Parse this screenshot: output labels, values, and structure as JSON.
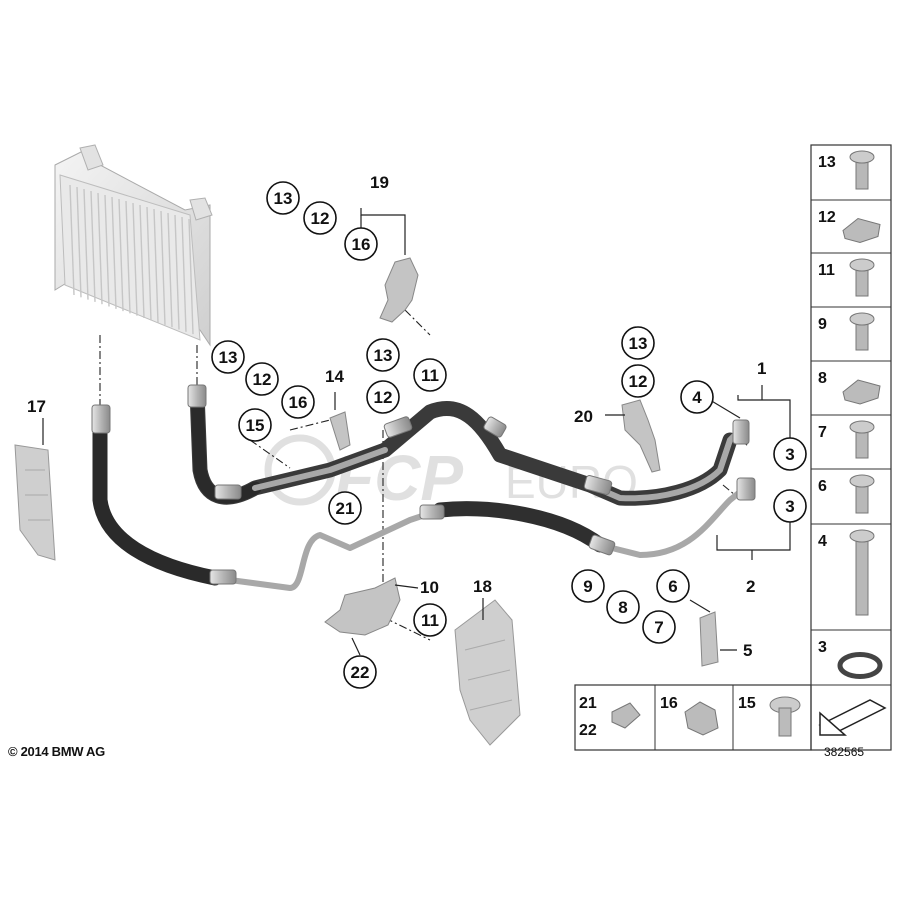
{
  "callouts": {
    "c13a": "13",
    "c12a": "12",
    "c16a": "16",
    "c19": "19",
    "c13b": "13",
    "c12b": "12",
    "c16b": "16",
    "c15": "15",
    "c14": "14",
    "c13c": "13",
    "c12c": "12",
    "c11a": "11",
    "c21": "21",
    "c13d": "13",
    "c12d": "12",
    "c20": "20",
    "c4": "4",
    "c1": "1",
    "c3a": "3",
    "c3b": "3",
    "c2": "2",
    "c17": "17",
    "c10": "10",
    "c11b": "11",
    "c22": "22",
    "c18": "18",
    "c9": "9",
    "c8": "8",
    "c6": "6",
    "c7": "7",
    "c5": "5"
  },
  "legend": {
    "items": [
      "13",
      "12",
      "11",
      "9",
      "8",
      "7",
      "6",
      "4",
      "3"
    ],
    "bottom": [
      "21",
      "22",
      "16",
      "15"
    ]
  },
  "watermark": {
    "brand": "FCP",
    "suffix": "EURO"
  },
  "copyright": "© 2014 BMW AG",
  "diagram_number": "382565"
}
